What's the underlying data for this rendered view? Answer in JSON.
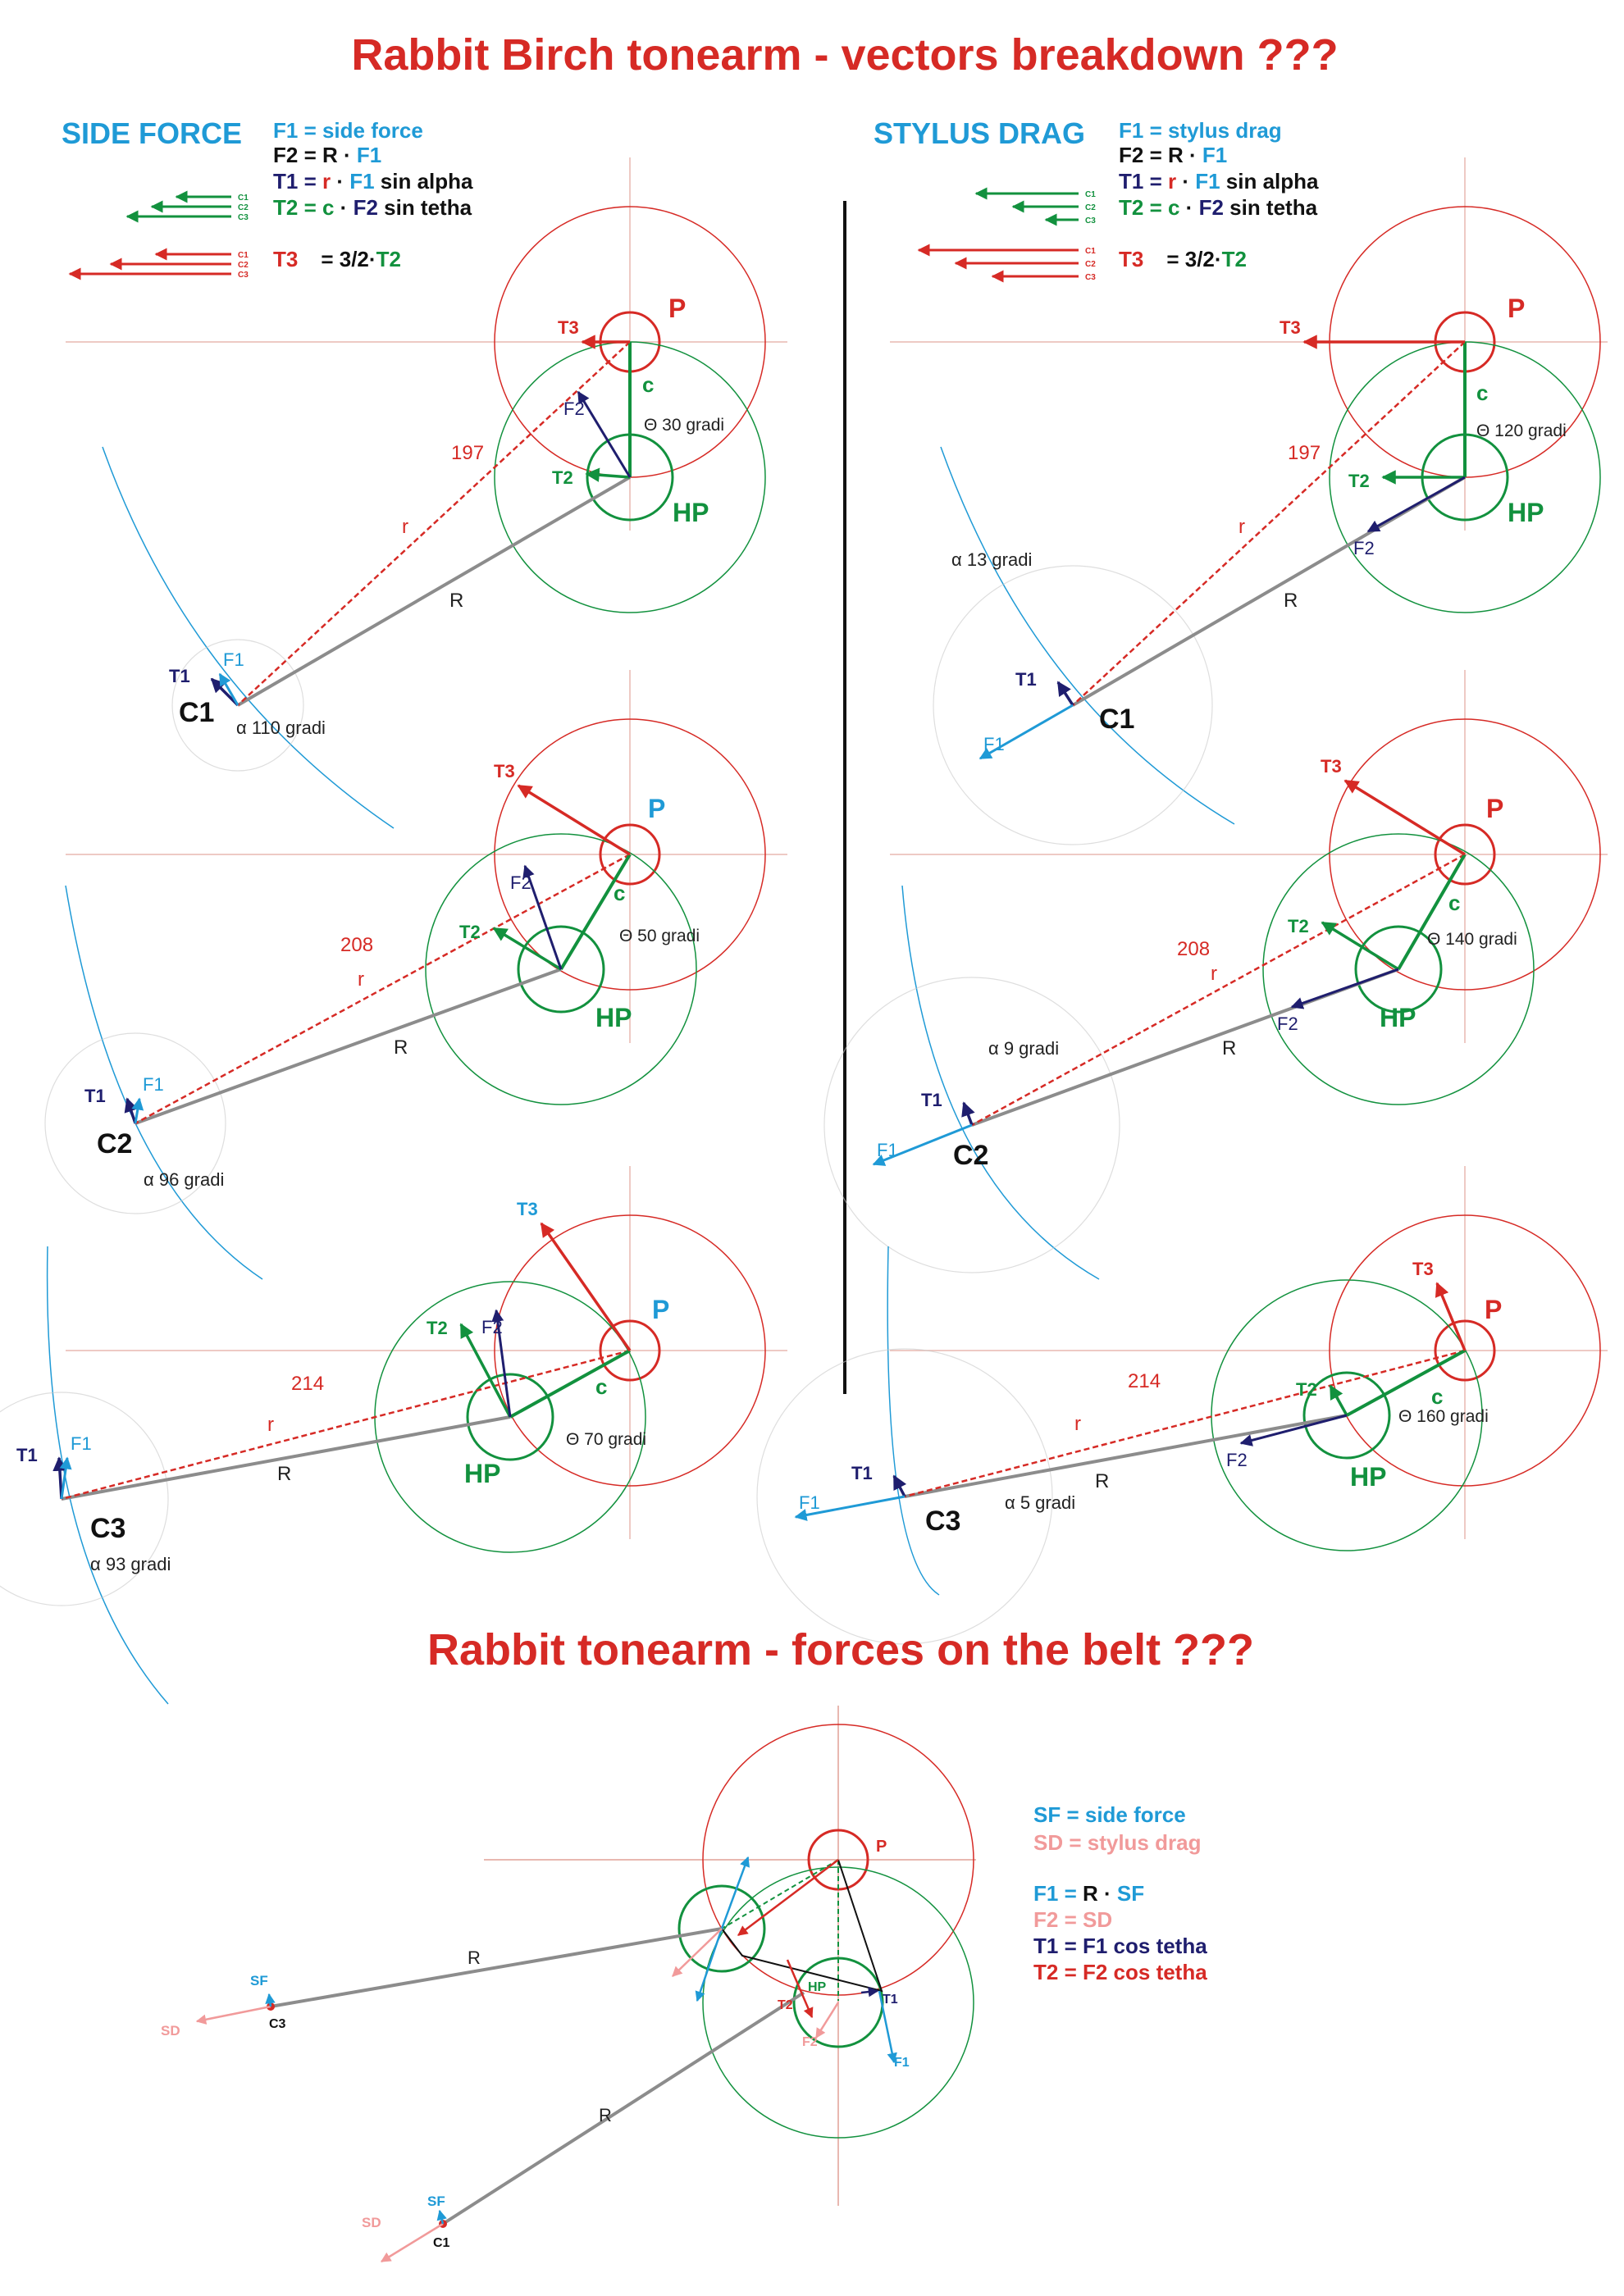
{
  "titles": {
    "main": "Rabbit Birch tonearm -  vectors breakdown ???",
    "belt": "Rabbit tonearm -  forces on the belt ???"
  },
  "colors": {
    "red": "#d62a25",
    "blue": "#1f9ad6",
    "green": "#12913e",
    "navy": "#1f1e6e",
    "gray": "#8c8c8c",
    "pink": "#f19a9a",
    "ltred": "#e8b8b0"
  },
  "side": {
    "header": "SIDE FORCE",
    "lines": [
      {
        "a": "F1 = side force"
      },
      {
        "a": "F2 = ",
        "b": "R",
        "c": " · ",
        "d": "F1"
      },
      {
        "a": "T1 = ",
        "b": "r",
        "c": " · ",
        "d": "F1",
        "e": " sin alpha"
      },
      {
        "a": "T2 = ",
        "b": "c",
        "c": " · ",
        "d": "F2",
        "e": " sin tetha"
      }
    ],
    "t3": {
      "a": "T3",
      "b": "= 3/2·",
      "c": "T2"
    },
    "diagrams": [
      {
        "c": "C1",
        "r": "197",
        "alpha": "110 gradi",
        "theta": "30 gradi"
      },
      {
        "c": "C2",
        "r": "208",
        "alpha": "96 gradi",
        "theta": "50 gradi"
      },
      {
        "c": "C3",
        "r": "214",
        "alpha": "93 gradi",
        "theta": "70 gradi"
      }
    ]
  },
  "drag": {
    "header": "STYLUS DRAG",
    "lines": [
      {
        "a": "F1 = stylus drag"
      },
      {
        "a": "F2 = ",
        "b": "R",
        "c": " · ",
        "d": "F1"
      },
      {
        "a": "T1 = ",
        "b": "r",
        "c": " · ",
        "d": "F1",
        "e": " sin alpha"
      },
      {
        "a": "T2 = ",
        "b": "c",
        "c": " · ",
        "d": "F2",
        "e": " sin tetha"
      }
    ],
    "t3": {
      "a": "T3",
      "b": "= 3/2·",
      "c": "T2"
    },
    "diagrams": [
      {
        "c": "C1",
        "r": "197",
        "alpha": "13 gradi",
        "theta": "120 gradi"
      },
      {
        "c": "C2",
        "r": "208",
        "alpha": "9 gradi",
        "theta": "140 gradi"
      },
      {
        "c": "C3",
        "r": "214",
        "alpha": "5 gradi",
        "theta": "160 gradi"
      }
    ]
  },
  "symbols": {
    "P": "P",
    "HP": "HP",
    "c": "c",
    "r": "r",
    "R": "R",
    "T1": "T1",
    "T2": "T2",
    "T3": "T3",
    "F1": "F1",
    "F2": "F2",
    "C1": "C1",
    "C2": "C2",
    "C3": "C3",
    "alpha": "α",
    "theta": "Θ",
    "SF": "SF",
    "SD": "SD"
  },
  "belt": {
    "legend1": [
      {
        "text": "SF = side force",
        "color": "blue"
      },
      {
        "text": "SD = stylus drag",
        "color": "pink"
      }
    ],
    "legend2": [
      {
        "a": "F1 = ",
        "b": "R",
        "c": " · ",
        "d": "SF"
      },
      {
        "a": "F2 = SD"
      },
      {
        "a": "T1 = F1 cos tetha"
      },
      {
        "a": "T2 = F2 cos tetha"
      }
    ]
  }
}
